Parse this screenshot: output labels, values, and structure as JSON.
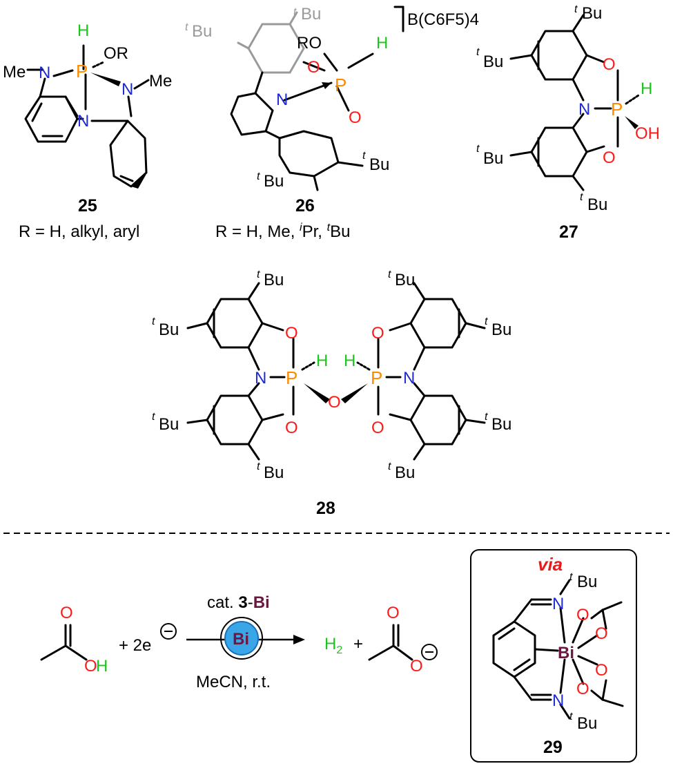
{
  "compounds": {
    "c25": {
      "label": "25",
      "caption": "R = H, alkyl, aryl"
    },
    "c26": {
      "label": "26",
      "caption_prefix": "R = H, Me,",
      "counterion": "B(C6F5)4"
    },
    "c27": {
      "label": "27"
    },
    "c28": {
      "label": "28"
    },
    "c29": {
      "label": "29",
      "via": "via"
    }
  },
  "reaction": {
    "catalyst": "cat. 3-Bi",
    "conditions": "MeCN, r.t.",
    "electrons": "+ 2e",
    "product_h2": "H2",
    "plus": "+",
    "catalyst_icon": "Bi"
  },
  "atoms": {
    "me": "Me",
    "n": "N",
    "p": "P",
    "h": "H",
    "o": "O",
    "or": "OR",
    "ro": "RO",
    "oh": "OH",
    "tbu": "Bu",
    "bi": "Bi"
  },
  "colors": {
    "nitrogen": "#1f2bd0",
    "oxygen": "#ff1a1a",
    "phosphorus": "#ff8a00",
    "hydrogen": "#19c719",
    "bismuth": "#6b1840",
    "via": "#e81b1b",
    "grey_substituent": "#9a9a9a"
  }
}
